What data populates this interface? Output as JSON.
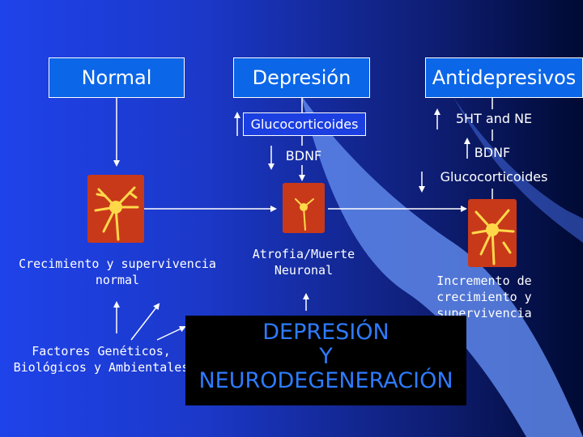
{
  "headers": {
    "normal": "Normal",
    "depresion": "Depresión",
    "antidepresivos": "Antidepresivos"
  },
  "depression_column": {
    "factor_1": "Glucocorticoides",
    "factor_2": "BDNF",
    "outcome": [
      "Atrofia/Muerte",
      "Neuronal"
    ]
  },
  "antidepressant_column": {
    "factor_1": "5HT and NE",
    "factor_2": "BDNF",
    "factor_3": "Glucocorticoides",
    "outcome": [
      "Incremento de",
      "crecimiento y supervivencia"
    ]
  },
  "normal_column": {
    "outcome": [
      "Crecimiento y supervivencia",
      "normal"
    ]
  },
  "factors_label": [
    "Factores Genéticos,",
    "Biológicos y Ambientales"
  ],
  "conclusion": [
    "DEPRESIÓN",
    "Y",
    "NEURODEGENERACIÓN"
  ],
  "colors": {
    "background_left": "#1f43ea",
    "background_right": "#000a33",
    "header_fill": "#0b66e8",
    "conclusion_text": "#2e7bff",
    "neuron_card": "#c8391a",
    "neuron_body": "#ffd84a"
  },
  "icons": {
    "neuron": "neuron-cell-icon",
    "up_arrow": "up-arrow-icon",
    "down_arrow": "down-arrow-icon"
  }
}
